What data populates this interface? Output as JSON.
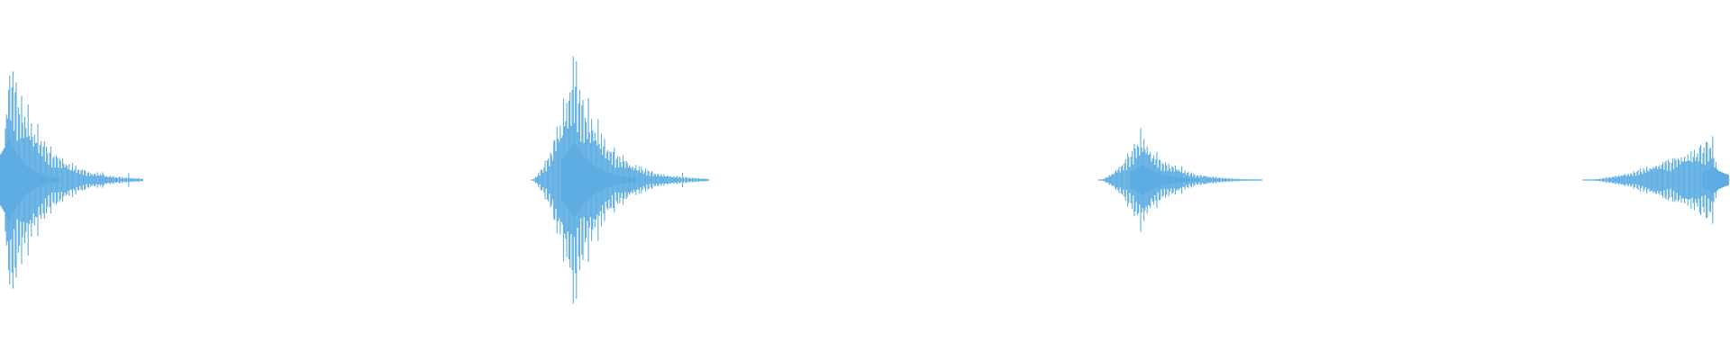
{
  "waveform": {
    "color": "#5DADE2",
    "background": "#FFFFFF",
    "style": "mirrored-amplitude",
    "bursts": [
      {
        "name": "burst-1",
        "start": 0.0,
        "peak": 0.005,
        "end": 0.083,
        "amplitude": 0.85,
        "seed": 11
      },
      {
        "name": "burst-2",
        "start": 0.307,
        "peak": 0.332,
        "end": 0.41,
        "amplitude": 0.77,
        "seed": 23
      },
      {
        "name": "burst-3",
        "start": 0.635,
        "peak": 0.66,
        "end": 0.73,
        "amplitude": 0.31,
        "seed": 37
      },
      {
        "name": "burst-4",
        "start": 0.915,
        "peak": 0.99,
        "end": 1.0,
        "amplitude": 0.27,
        "seed": 53
      }
    ]
  }
}
